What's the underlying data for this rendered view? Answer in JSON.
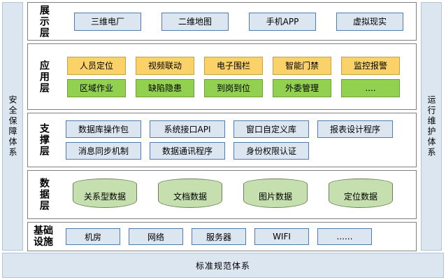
{
  "diagram": {
    "left_rail": {
      "label": "安全保障体系"
    },
    "right_rail": {
      "label": "运行维护体系"
    },
    "bottom_bar": {
      "label": "标准规范体系"
    },
    "colors": {
      "blue_fill": "#dce6f1",
      "blue_border": "#4f7cac",
      "orange_fill": "#fbd26a",
      "orange_border": "#c8a23e",
      "green_fill": "#92d050",
      "green_border": "#6f9e3c",
      "cylinder_fill": "#c6dfae",
      "cylinder_border": "#6f7f5c",
      "rail_fill": "#dce6f1",
      "layer_border": "#808080"
    },
    "layers": [
      {
        "id": "presentation",
        "label": "展示层",
        "label_style": "vertical",
        "rows": [
          {
            "style": "blue",
            "items": [
              "三维电厂",
              "二维地图",
              "手机APP",
              "虚拟现实"
            ]
          }
        ]
      },
      {
        "id": "application",
        "label": "应用层",
        "label_style": "vertical",
        "rows": [
          {
            "style": "orange",
            "items": [
              "人员定位",
              "视频联动",
              "电子围栏",
              "智能门禁",
              "监控报警"
            ]
          },
          {
            "style": "green",
            "items": [
              "区域作业",
              "缺陷隐患",
              "到岗到位",
              "外委管理",
              "...."
            ]
          }
        ]
      },
      {
        "id": "support",
        "label": "支撑层",
        "label_style": "vertical",
        "rows": [
          {
            "style": "blue",
            "items": [
              "数据库操作包",
              "系统接口API",
              "窗口自定义库",
              "报表设计程序"
            ]
          },
          {
            "style": "blue",
            "items": [
              "消息同步机制",
              "数据通讯程序",
              "身份权限认证"
            ]
          }
        ]
      },
      {
        "id": "data",
        "label": "数据层",
        "label_style": "vertical",
        "rows": [
          {
            "style": "cylinder",
            "items": [
              "关系型数据",
              "文档数据",
              "图片数据",
              "定位数据"
            ]
          }
        ]
      },
      {
        "id": "infra",
        "label": "基础设施",
        "label_style": "two-line",
        "label_lines": [
          "基础",
          "设施"
        ],
        "rows": [
          {
            "style": "blue",
            "items": [
              "机房",
              "网络",
              "服务器",
              "WIFI",
              "......"
            ]
          }
        ]
      }
    ]
  }
}
